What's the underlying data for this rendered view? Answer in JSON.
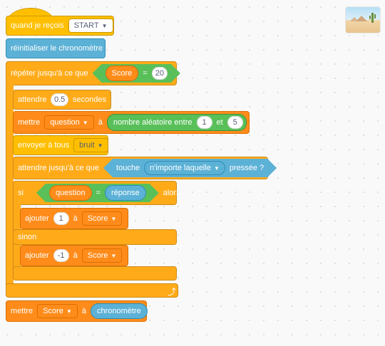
{
  "hat": {
    "label": "quand je reçois",
    "message": "START"
  },
  "reset": {
    "label": "réinitialiser le chronomètre"
  },
  "repeat": {
    "label": "répéter jusqu'à ce que",
    "var": "Score",
    "op": "=",
    "value": "20"
  },
  "wait": {
    "label": "attendre",
    "value": "0.5",
    "unit": "secondes"
  },
  "set_question": {
    "label": "mettre",
    "var": "question",
    "to": "à",
    "random_label": "nombre aléatoire entre",
    "from": "1",
    "and": "et",
    "to_value": "5"
  },
  "broadcast": {
    "label": "envoyer à tous",
    "message": "bruit"
  },
  "wait_until": {
    "label": "attendre jusqu'à ce que",
    "key_label": "touche",
    "key": "n'importe laquelle",
    "pressed": "pressée ?"
  },
  "if_block": {
    "if_label": "si",
    "left": "question",
    "op": "=",
    "right": "réponse",
    "then": "alors",
    "else_label": "sinon"
  },
  "add_plus": {
    "label": "ajouter",
    "value": "1",
    "to": "à",
    "var": "Score"
  },
  "add_minus": {
    "label": "ajouter",
    "value": "-1",
    "to": "à",
    "var": "Score"
  },
  "set_score": {
    "label": "mettre",
    "var": "Score",
    "to": "à",
    "reporter": "chronomètre"
  },
  "colors": {
    "events": "#ffbf00",
    "control": "#ffab19",
    "sensing": "#5cb1d6",
    "data": "#ff8c1a",
    "operators": "#59c059"
  }
}
